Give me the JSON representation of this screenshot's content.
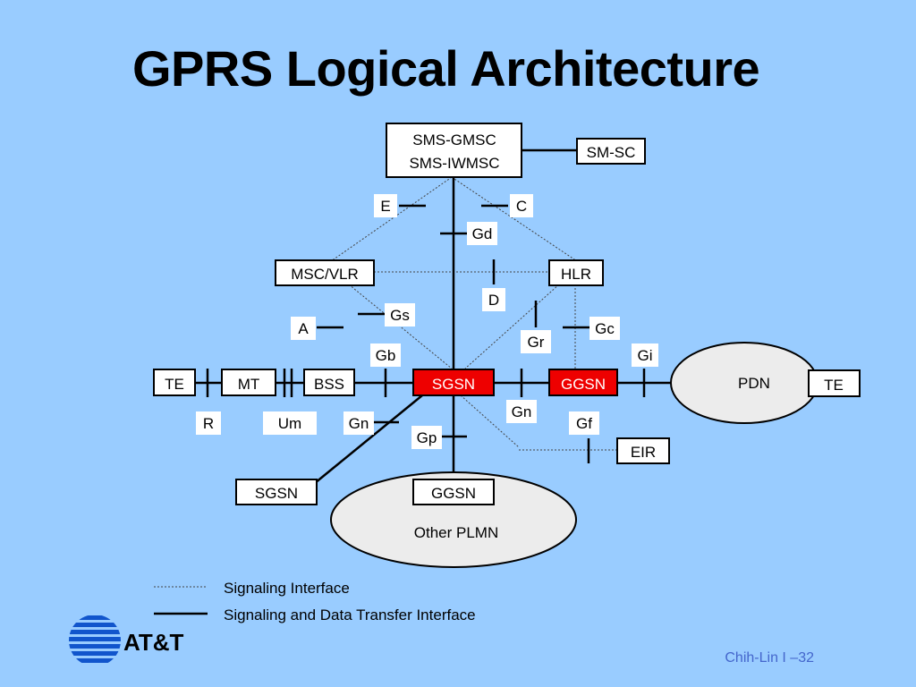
{
  "title": "GPRS Logical Architecture",
  "nodes": {
    "sms_gmsc": "SMS-GMSC",
    "sms_iwmsc": "SMS-IWMSC",
    "sm_sc": "SM-SC",
    "msc_vlr": "MSC/VLR",
    "hlr": "HLR",
    "te_left": "TE",
    "mt": "MT",
    "bss": "BSS",
    "sgsn": "SGSN",
    "ggsn": "GGSN",
    "pdn": "PDN",
    "te_right": "TE",
    "eir": "EIR",
    "sgsn_other": "SGSN",
    "ggsn_other": "GGSN",
    "other_plmn": "Other PLMN"
  },
  "interfaces": {
    "e": "E",
    "c": "C",
    "gd": "Gd",
    "d": "D",
    "gs": "Gs",
    "a": "A",
    "gc": "Gc",
    "gr": "Gr",
    "gb": "Gb",
    "gi": "Gi",
    "r": "R",
    "um": "Um",
    "gn1": "Gn",
    "gn2": "Gn",
    "gp": "Gp",
    "gf": "Gf"
  },
  "legend": {
    "signaling": "Signaling Interface",
    "signaling_data": "Signaling and Data Transfer Interface"
  },
  "logo": "AT&T",
  "footer": "Chih-Lin I –32",
  "colors": {
    "background": "#99ccff",
    "node_highlight": "#ee0000",
    "footer": "#4466cc"
  }
}
